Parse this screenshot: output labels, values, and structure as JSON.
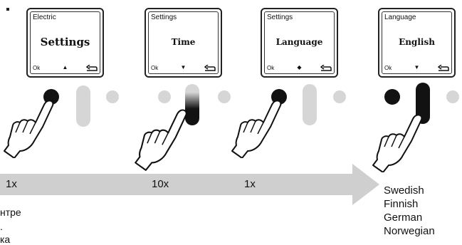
{
  "screens": [
    {
      "title": "Electric",
      "main": "Settings",
      "ok": "Ok",
      "arrow": "▲",
      "back": "↵"
    },
    {
      "title": "Settings",
      "main": "Time",
      "ok": "Ok",
      "arrow": "▼",
      "back": "↵"
    },
    {
      "title": "Settings",
      "main": "Language",
      "ok": "Ok",
      "arrow": "◆",
      "back": "↵"
    },
    {
      "title": "Language",
      "main": "English",
      "ok": "Ok",
      "arrow": "▼",
      "back": "↵"
    }
  ],
  "counts": [
    "1x",
    "10x",
    "1x"
  ],
  "languages": [
    "Swedish",
    "Finnish",
    "German",
    "Norwegian"
  ],
  "cut_text": [
    "нтре",
    ".",
    "ка"
  ],
  "colors": {
    "button_dark": "#121212",
    "button_light": "#d6d6d6",
    "arrow_fill": "#cfcfcf"
  },
  "icons": [
    "hand-pointer-icon",
    "return-arrow-icon"
  ]
}
